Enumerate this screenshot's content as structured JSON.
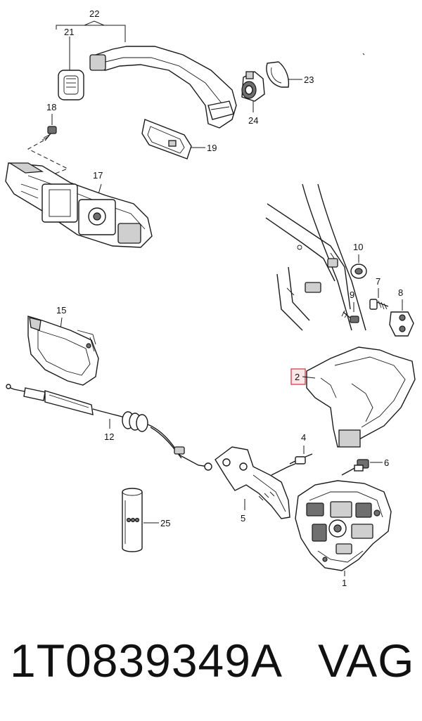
{
  "callouts": {
    "c22": "22",
    "c21": "21",
    "c23": "23",
    "c24": "24",
    "c18": "18",
    "c19": "19",
    "c17": "17",
    "c10": "10",
    "c7": "7",
    "c8": "8",
    "c9": "9",
    "c15": "15",
    "c2": "2",
    "c12": "12",
    "c4": "4",
    "c6": "6",
    "c25": "25",
    "c5": "5",
    "c1": "1"
  },
  "highlight_color": "#d0303e",
  "footer": {
    "part_number": "1T0839349A",
    "brand": "VAG"
  }
}
